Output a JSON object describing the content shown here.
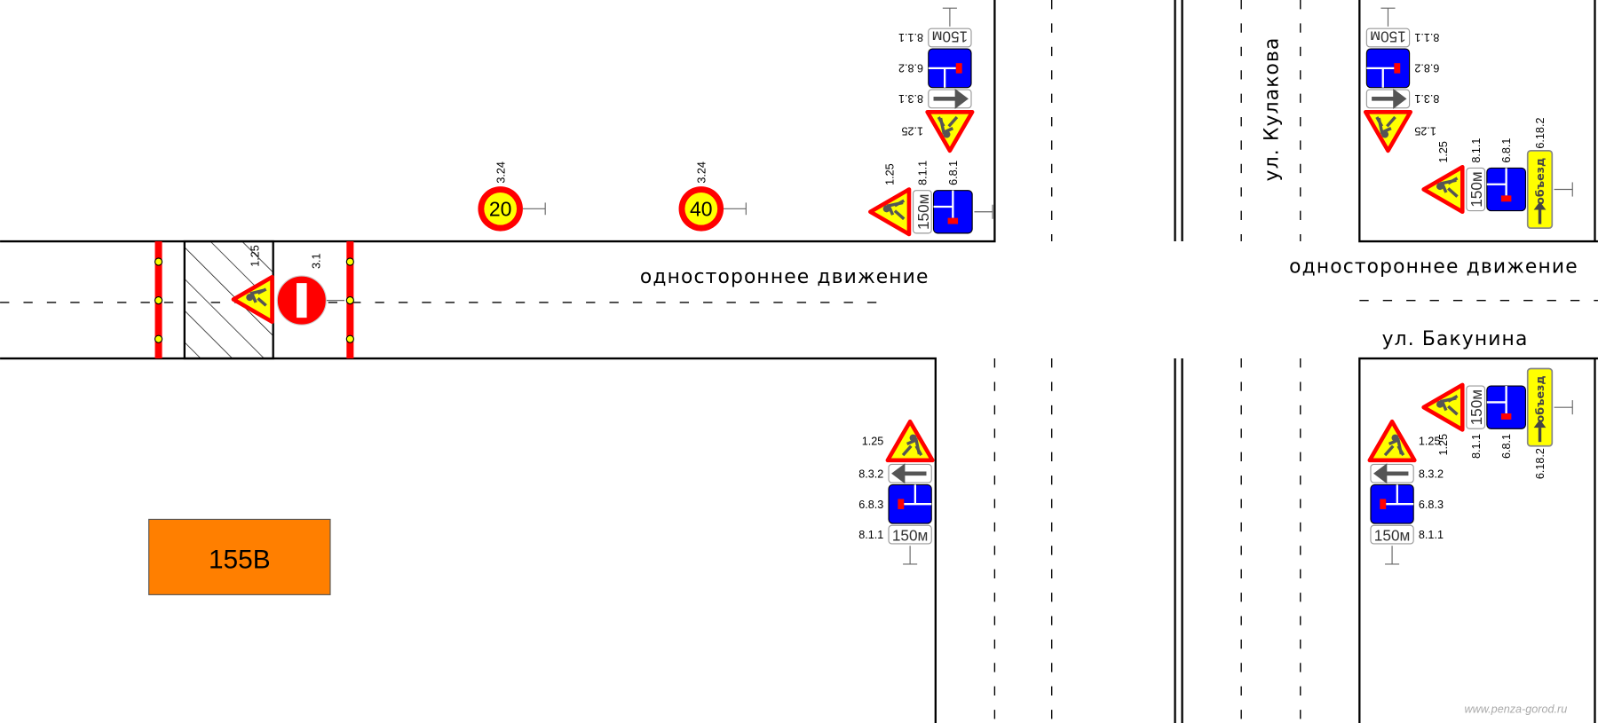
{
  "streets": {
    "kulakova": "ул. Кулакова",
    "bakunina": "ул. Бакунина",
    "one_way_left": "одностороннее движение",
    "one_way_right": "одностороннее движение"
  },
  "object_label": "155В",
  "watermark": "www.penza-gorod.ru",
  "colors": {
    "red": "#ff0000",
    "yellow": "#ffff00",
    "blue": "#0000ff",
    "orange": "#ff7f00",
    "gray": "#555555"
  },
  "closure": {
    "work_sign_code": "1.25",
    "no_entry_code": "3.1"
  },
  "speed_signs": [
    {
      "code": "3.24",
      "value": "20"
    },
    {
      "code": "3.24",
      "value": "40"
    }
  ],
  "clusters": [
    {
      "id": "top-middle-vertical",
      "signs": [
        {
          "type": "work",
          "code": "1.25"
        },
        {
          "type": "arrow",
          "code": "8.3.1"
        },
        {
          "type": "deadend",
          "code": "6.8.2"
        },
        {
          "type": "plate",
          "code": "8.1.1",
          "text": "150м"
        }
      ]
    },
    {
      "id": "top-middle-horizontal",
      "signs": [
        {
          "type": "work",
          "code": "1.25"
        },
        {
          "type": "plate",
          "code": "8.1.1",
          "text": "150м"
        },
        {
          "type": "deadend",
          "code": "6.8.1"
        }
      ]
    },
    {
      "id": "bottom-middle",
      "signs": [
        {
          "type": "work",
          "code": "1.25"
        },
        {
          "type": "arrow",
          "code": "8.3.2"
        },
        {
          "type": "deadend",
          "code": "6.8.3"
        },
        {
          "type": "plate",
          "code": "8.1.1",
          "text": "150м"
        }
      ]
    },
    {
      "id": "top-right-vertical",
      "signs": [
        {
          "type": "work",
          "code": "1.25"
        },
        {
          "type": "arrow",
          "code": "8.3.1"
        },
        {
          "type": "deadend",
          "code": "6.8.2"
        },
        {
          "type": "plate",
          "code": "8.1.1",
          "text": "150м"
        }
      ]
    },
    {
      "id": "top-right-horizontal",
      "signs": [
        {
          "type": "work",
          "code": "1.25"
        },
        {
          "type": "plate",
          "code": "8.1.1",
          "text": "150м"
        },
        {
          "type": "deadend",
          "code": "6.8.1"
        },
        {
          "type": "detour",
          "code": "6.18.2",
          "text": "объезд"
        }
      ]
    },
    {
      "id": "bottom-right-horizontal",
      "signs": [
        {
          "type": "work",
          "code": "1.25"
        },
        {
          "type": "plate",
          "code": "8.1.1",
          "text": "150м"
        },
        {
          "type": "deadend",
          "code": "6.8.1"
        },
        {
          "type": "detour",
          "code": "6.18.2",
          "text": "объезд"
        }
      ]
    },
    {
      "id": "bottom-right-vertical",
      "signs": [
        {
          "type": "work",
          "code": "1.25"
        },
        {
          "type": "arrow",
          "code": "8.3.2"
        },
        {
          "type": "deadend",
          "code": "6.8.3"
        },
        {
          "type": "plate",
          "code": "8.1.1",
          "text": "150м"
        }
      ]
    }
  ]
}
